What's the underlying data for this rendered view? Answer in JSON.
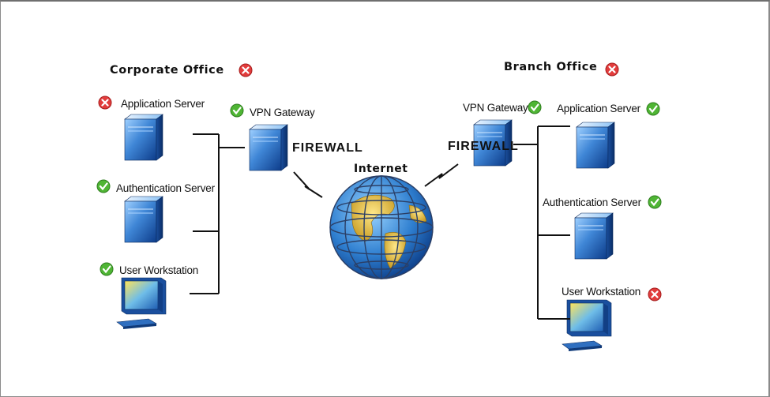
{
  "corporate": {
    "title": "Corporate Office",
    "title_status": "error",
    "vpn_label": "VPN Gateway",
    "vpn_status": "ok",
    "firewall": "FIREWALL",
    "app_server": "Application Server",
    "app_status": "error",
    "auth_server": "Authentication Server",
    "auth_status": "ok",
    "workstation": "User Workstation",
    "ws_status": "ok"
  },
  "internet": {
    "label": "Internet"
  },
  "branch": {
    "title": "Branch Office",
    "title_status": "error",
    "vpn_label": "VPN Gateway",
    "vpn_status": "ok",
    "firewall": "FIREWALL",
    "app_server": "Application Server",
    "app_status": "ok",
    "auth_server": "Authentication Server",
    "auth_status": "ok",
    "workstation": "User Workstation",
    "ws_status": "error"
  },
  "colors": {
    "ok": "#4fb534",
    "error": "#e23c3c",
    "server": "#3b7fc6",
    "line": "#111111"
  }
}
